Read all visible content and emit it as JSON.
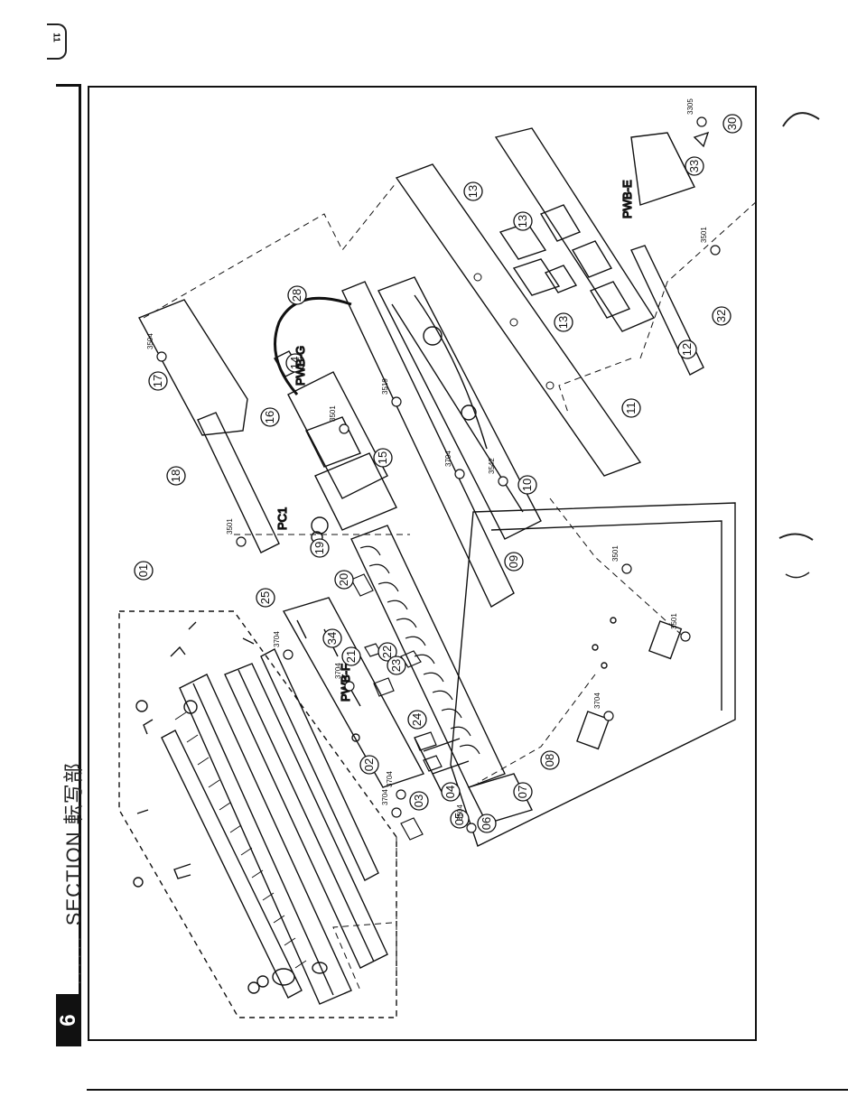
{
  "header": {
    "page_tab": "11",
    "section_badge": "6",
    "section_title": "SECTION 転写部",
    "section_title_prefix": "......"
  },
  "diagram": {
    "callouts": [
      "01",
      "02",
      "03",
      "04",
      "05",
      "06",
      "07",
      "08",
      "09",
      "10",
      "11",
      "12",
      "13",
      "13",
      "13",
      "14",
      "15",
      "16",
      "17",
      "18",
      "19",
      "20",
      "21",
      "22",
      "23",
      "24",
      "25",
      "28",
      "30",
      "32",
      "33",
      "34"
    ],
    "board_labels": [
      "PWB-G",
      "PWB-F",
      "PWB-E",
      "PC1"
    ],
    "screw_codes": [
      "3305",
      "3501",
      "3504",
      "3519",
      "3501",
      "3704",
      "3542",
      "3501",
      "3501",
      "3501",
      "3704",
      "3704",
      "3704",
      "3704",
      "3704",
      "3504"
    ]
  }
}
